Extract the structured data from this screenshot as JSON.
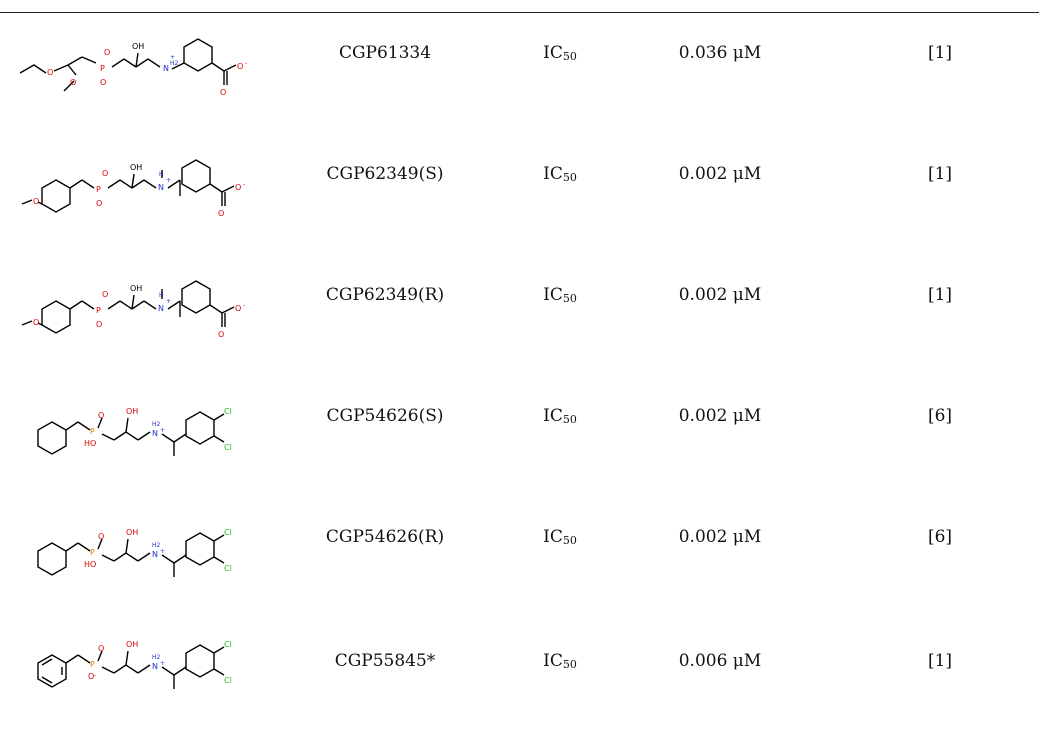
{
  "table": {
    "rows": [
      {
        "structure_atoms": [
          "O",
          "OH",
          "O",
          "O",
          "P",
          "O",
          "N",
          "H2",
          "+",
          "O",
          "O",
          "-"
        ],
        "compound": "CGP61334",
        "measure_main": "IC",
        "measure_sub": "50",
        "value": "0.036 μM",
        "ref": "[1]"
      },
      {
        "structure_atoms": [
          "O",
          "OH",
          "O",
          "P",
          "O",
          "N",
          "H",
          "+",
          "O",
          "O",
          "-"
        ],
        "compound": "CGP62349(S)",
        "measure_main": "IC",
        "measure_sub": "50",
        "value": "0.002 μM",
        "ref": "[1]"
      },
      {
        "structure_atoms": [
          "O",
          "OH",
          "O",
          "P",
          "O",
          "N",
          "H",
          "+",
          "O",
          "O",
          "-"
        ],
        "compound": "CGP62349(R)",
        "measure_main": "IC",
        "measure_sub": "50",
        "value": "0.002 μM",
        "ref": "[1]"
      },
      {
        "structure_atoms": [
          "O",
          "OH",
          "P",
          "HO",
          "N",
          "H2",
          "+",
          "Cl",
          "Cl"
        ],
        "compound": "CGP54626(S)",
        "measure_main": "IC",
        "measure_sub": "50",
        "value": "0.002 μM",
        "ref": "[6]"
      },
      {
        "structure_atoms": [
          "O",
          "OH",
          "P",
          "HO",
          "N",
          "H2",
          "+",
          "Cl",
          "Cl"
        ],
        "compound": "CGP54626(R)",
        "measure_main": "IC",
        "measure_sub": "50",
        "value": "0.002 μM",
        "ref": "[6]"
      },
      {
        "structure_atoms": [
          "O",
          "OH",
          "P",
          "O",
          "-",
          "N",
          "H2",
          "+",
          "Cl",
          "Cl"
        ],
        "compound": "CGP55845*",
        "measure_main": "IC",
        "measure_sub": "50",
        "value": "0.006 μM",
        "ref": "[1]"
      }
    ]
  }
}
